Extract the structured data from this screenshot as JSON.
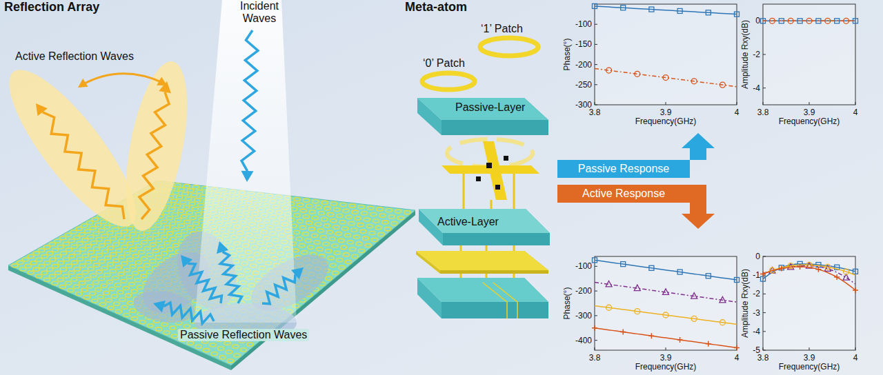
{
  "diagram": {
    "nodes": [
      {
        "text": [
          "Passive Response"
        ]
      },
      {
        "text": [
          "Active Response"
        ]
      }
    ],
    "labels": [
      "Reflection Array",
      "Incident Waves",
      "Active Reflection Waves",
      "Passive Reflection Waves",
      "Meta-atom",
      "‘1’ Patch",
      "‘0’ Patch",
      "Passive-Layer",
      "Active-Layer",
      "-100",
      "-150",
      "-200",
      "-250",
      "-300",
      "3.8",
      "3.9",
      "4",
      "Phase(°)",
      "Frequency(GHz)",
      "0",
      "-2",
      "-4",
      "3.8",
      "3.9",
      "4",
      "Amplitude Rxy(dB)",
      "Frequency(GHz)",
      "-100",
      "-200",
      "-300",
      "-400",
      "3.8",
      "3.9",
      "4",
      "Phase(°)",
      "Frequency(GHz)",
      "0",
      "-1",
      "-2",
      "-3",
      "-4",
      "-5",
      "3.8",
      "3.9",
      "4",
      "Amplitude Rxy(dB)",
      "Frequency(GHz)"
    ]
  }
}
